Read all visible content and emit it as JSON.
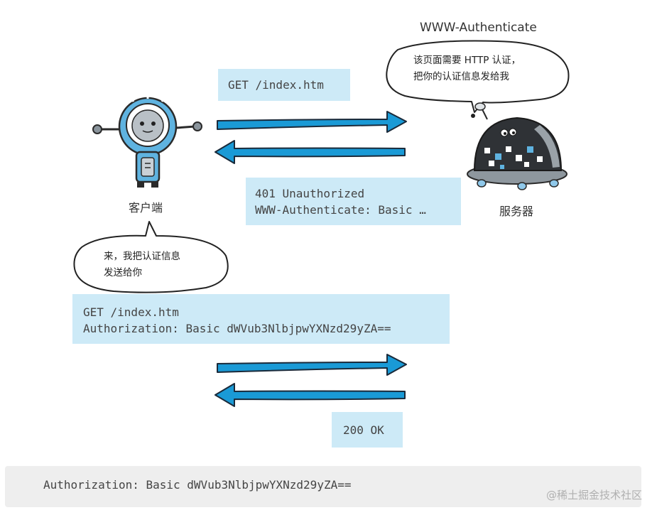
{
  "header_label": "WWW-Authenticate",
  "server_bubble": [
    "该页面需要 HTTP 认证，",
    "把你的认证信息发给我"
  ],
  "request1": [
    "GET /index.htm"
  ],
  "response1": [
    "401 Unauthorized",
    "WWW-Authenticate: Basic …"
  ],
  "client_label": "客户端",
  "server_label": "服务器",
  "client_bubble": [
    "来，我把认证信息",
    "发送给你"
  ],
  "request2": [
    "GET /index.htm",
    "Authorization: Basic dWVub3NlbjpwYXNzd29yZA=="
  ],
  "response2": [
    "200 OK"
  ],
  "footer_code": "Authorization: Basic dWVub3NlbjpwYXNzd29yZA==",
  "watermark": "@稀土掘金技术社区",
  "colors": {
    "arrow": "#1a9ad6",
    "arrow_outline": "#1a2a3a",
    "message_box": "#cdeaf7",
    "robot_blue": "#5fb3e0",
    "server_dark": "#2f3236"
  }
}
